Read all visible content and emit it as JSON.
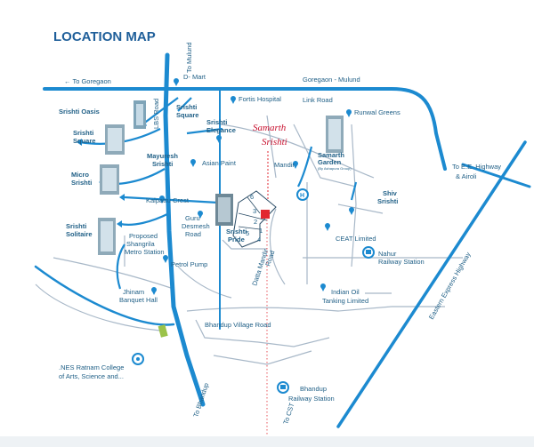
{
  "title": "LOCATION MAP",
  "colors": {
    "road": "#1c8ad0",
    "minor_road": "#a8b8c8",
    "text": "#1f5f86",
    "plot_highlight": "#e2262f",
    "samarth_text": "#c8102e"
  },
  "roads": {
    "to_goregaon": "To Goregaon",
    "to_mulund": "To Mulund",
    "lbs_road": "LBS Road",
    "goregaon_mulund": "Goregaon - Mulund",
    "link_road": "Link Road",
    "to_ee_highway": "To E.E. Highway",
    "and_airoli": "& Airoli",
    "eastern_express": "Eastern Express Highway",
    "bhandup_village": "Bhandup Village Road",
    "datta_mandir": "Datta Mandir",
    "datta_road": "Road",
    "to_bhandup": "To Bhandup",
    "to_cst": "To CST"
  },
  "places": {
    "d_mart": "D- Mart",
    "fortis": "Fortis Hospital",
    "runwal": "Runwal Greens",
    "srishti_oasis": "Srishti Oasis",
    "srishti_square_a": "Srishti",
    "srishti_square_b": "Square",
    "srishti_square2_a": "Srishti",
    "srishti_square2_b": "Square",
    "srishti_elegance_a": "Srishti",
    "srishti_elegance_b": "Elegance",
    "mayuresh_a": "Mayuresh",
    "mayuresh_b": "Srishti",
    "asian_paint": "Asian Paint",
    "mandir": "Mandir",
    "samarth_garden_a": "Samarth",
    "samarth_garden_b": "Garden",
    "samarth_garden_c": "(By Ashapura Group)",
    "micro_srishti_a": "Micro",
    "micro_srishti_b": "Srishti",
    "kalpatru": "Kalpatru Crest",
    "guru_a": "Guru",
    "guru_b": "Desmesh",
    "guru_c": "Road",
    "srishti_pride_a": "Srishti",
    "srishti_pride_b": "Pride",
    "shiv_a": "Shiv",
    "shiv_b": "Srishti",
    "srishti_solitaire_a": "Srishti",
    "srishti_solitaire_b": "Solitaire",
    "metro_a": "Proposed",
    "metro_b": "Shangrila",
    "metro_c": "Metro Station",
    "ceat": "CEAT Limited",
    "nahur_a": "Nahur",
    "nahur_b": "Railway Station",
    "petrol": "Petrol Pump",
    "jhinam_a": "Jhinam",
    "jhinam_b": "Banquet Hall",
    "indian_oil_a": "Indian Oil",
    "indian_oil_b": "Tanking Limited",
    "nes_a": ".NES Ratnam College",
    "nes_b": "of Arts, Science and...",
    "bhandup_a": "Bhandup",
    "bhandup_b": "Railway Station",
    "samarth_logo_a": "Samarth",
    "samarth_logo_b": "Srishti"
  },
  "plots": [
    "6",
    "3",
    "2",
    "1",
    "4",
    "5"
  ]
}
